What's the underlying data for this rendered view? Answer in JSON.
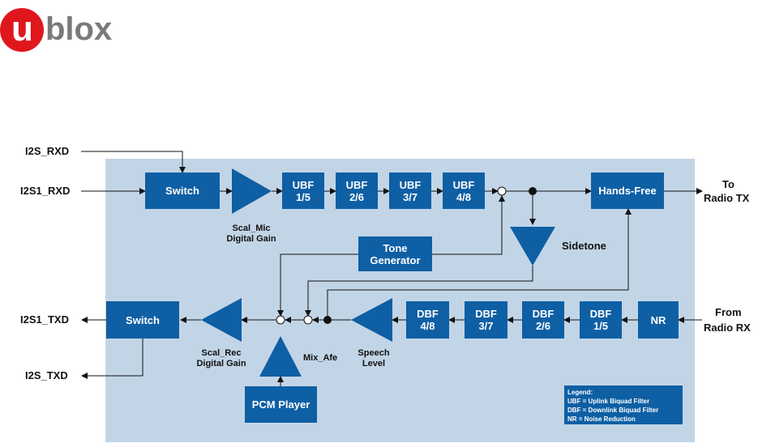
{
  "logo": {
    "u": "u",
    "text": "blox"
  },
  "signals": {
    "i2s_rxd": "I2S_RXD",
    "i2s1_rxd": "I2S1_RXD",
    "i2s1_txd": "I2S1_TXD",
    "i2s_txd": "I2S_TXD",
    "to_radio_tx_1": "To",
    "to_radio_tx_2": "Radio TX",
    "from_radio_rx_1": "From",
    "from_radio_rx_2": "Radio RX"
  },
  "blocks": {
    "switch_top": "Switch",
    "switch_bottom": "Switch",
    "ubf1": [
      "UBF",
      "1/5"
    ],
    "ubf2": [
      "UBF",
      "2/6"
    ],
    "ubf3": [
      "UBF",
      "3/7"
    ],
    "ubf4": [
      "UBF",
      "4/8"
    ],
    "hands_free": "Hands-Free",
    "tone_generator": [
      "Tone",
      "Generator"
    ],
    "dbf4": [
      "DBF",
      "4/8"
    ],
    "dbf3": [
      "DBF",
      "3/7"
    ],
    "dbf2": [
      "DBF",
      "2/6"
    ],
    "dbf1": [
      "DBF",
      "1/5"
    ],
    "nr": "NR",
    "pcm_player": "PCM Player"
  },
  "labels": {
    "scal_mic": [
      "Scal_Mic",
      "Digital Gain"
    ],
    "sidetone": "Sidetone",
    "scal_rec": [
      "Scal_Rec",
      "Digital Gain"
    ],
    "mix_afe": "Mix_Afe",
    "speech_level": [
      "Speech",
      "Level"
    ]
  },
  "legend": {
    "title": "Legend:",
    "items": [
      "UBF = Uplink Biquad Filter",
      "DBF = Downlink Biquad Filter",
      "NR = Noise Reduction"
    ]
  },
  "colors": {
    "block": "#0e5fa4",
    "panel": "#c2d5e7",
    "logo_red": "#e0161d",
    "logo_gray": "#7a7a7a"
  }
}
